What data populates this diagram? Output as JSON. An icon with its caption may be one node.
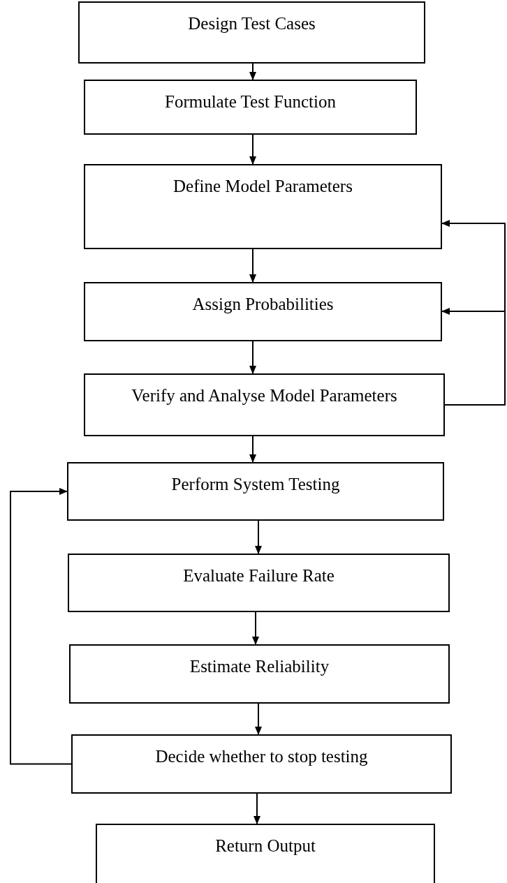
{
  "diagram": {
    "nodes": [
      {
        "text": [
          "Design Test Cases"
        ]
      },
      {
        "text": [
          "Formulate Test Function"
        ]
      },
      {
        "text": [
          "Define Model Parameters"
        ]
      },
      {
        "text": [
          "Assign Probabilities"
        ]
      },
      {
        "text": [
          "Verify and Analyse Model Parameters"
        ]
      },
      {
        "text": [
          "Perform System Testing"
        ]
      },
      {
        "text": [
          "Evaluate Failure Rate"
        ]
      },
      {
        "text": [
          "Estimate Reliability"
        ]
      },
      {
        "text": [
          "Decide whether to stop testing"
        ]
      },
      {
        "text": [
          "Return Output"
        ]
      }
    ],
    "edges": [
      {
        "from": 0,
        "to": 1,
        "arrow": "to"
      },
      {
        "from": 1,
        "to": 2,
        "arrow": "to"
      },
      {
        "from": 2,
        "to": 3,
        "arrow": "to"
      },
      {
        "from": 3,
        "to": 4,
        "arrow": "to"
      },
      {
        "from": 4,
        "to": 5,
        "arrow": "to"
      },
      {
        "from": 5,
        "to": 6,
        "arrow": "to"
      },
      {
        "from": 6,
        "to": 7,
        "arrow": "to"
      },
      {
        "from": 7,
        "to": 8,
        "arrow": "to"
      },
      {
        "from": 8,
        "to": 9,
        "arrow": "to"
      },
      {
        "from": 4,
        "to": 2,
        "arrow": "to"
      },
      {
        "from": 4,
        "to": 3,
        "arrow": "to"
      },
      {
        "from": 8,
        "to": 5,
        "arrow": "to"
      }
    ]
  }
}
